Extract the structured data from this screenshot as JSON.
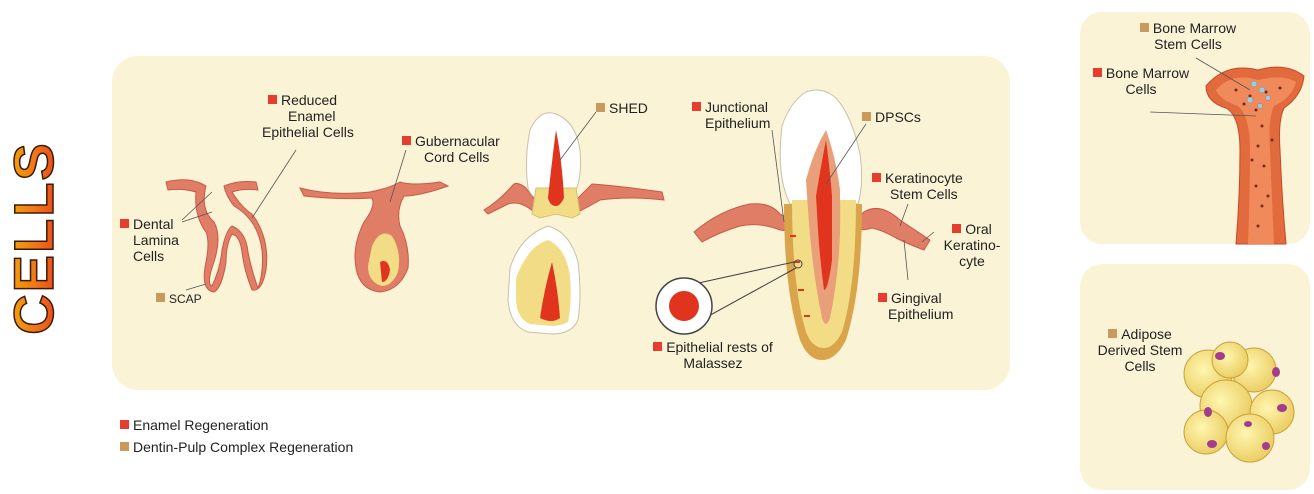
{
  "title": "CELLS",
  "labels": {
    "dental_lamina": [
      "Dental",
      "Lamina",
      "Cells"
    ],
    "scap": "SCAP",
    "reduced_enamel": [
      "Reduced",
      "Enamel",
      "Epithelial Cells"
    ],
    "gubernacular": [
      "Gubernacular",
      "Cord Cells"
    ],
    "shed": "SHED",
    "junctional": [
      "Junctional",
      "Epithelium"
    ],
    "dpscs": "DPSCs",
    "keratinocyte_stem": [
      "Keratinocyte",
      "Stem Cells"
    ],
    "oral_keratinocyte": [
      "Oral",
      "Keratino-",
      "cyte"
    ],
    "gingival": [
      "Gingival",
      "Epithelium"
    ],
    "malassez": [
      "Epithelial rests of",
      "Malassez"
    ],
    "bone_marrow_stem": [
      "Bone Marrow",
      "Stem Cells"
    ],
    "bone_marrow_cells": [
      "Bone Marrow",
      "Cells"
    ],
    "adipose": [
      "Adipose",
      "Derived Stem",
      "Cells"
    ]
  },
  "legend": [
    {
      "label": "Enamel Regeneration",
      "color": "#e63d2e"
    },
    {
      "label": "Dentin-Pulp Complex Regeneration",
      "color": "#c99a5b"
    }
  ],
  "colors": {
    "enamel_marker": "#e63d2e",
    "dentin_marker": "#c99a5b",
    "panel_bg": "#fbf3d6",
    "tissue": "#e07d66",
    "dentin": "#f2dc85",
    "pulp": "#e0341f"
  }
}
